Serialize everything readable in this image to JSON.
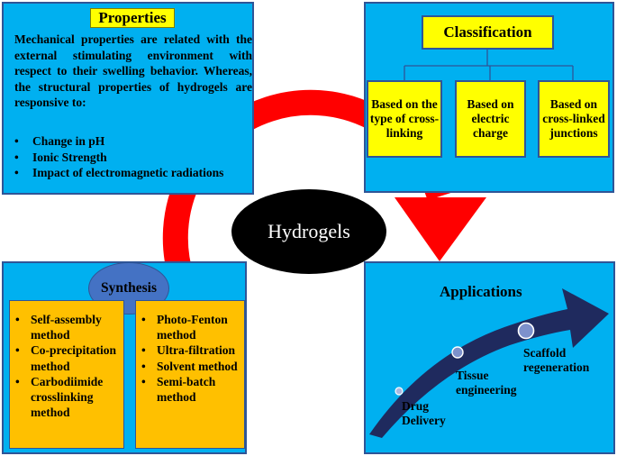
{
  "colors": {
    "panel_blue": "#00b0f0",
    "panel_border": "#2f5597",
    "highlight_yellow": "#ffff00",
    "synthesis_orange": "#ffc000",
    "arrow_red": "#ff0000",
    "arrow_navy": "#1f2a5e",
    "center_black": "#000000"
  },
  "center": {
    "label": "Hydrogels"
  },
  "properties": {
    "title": "Properties",
    "text": "Mechanical properties are related with the external stimulating environment with respect to their swelling behavior. Whereas, the structural properties of hydrogels are responsive to:",
    "bullets": [
      "Change in pH",
      "Ionic Strength",
      "Impact of electromagnetic radiations"
    ]
  },
  "classification": {
    "title": "Classification",
    "items": [
      "Based on the type of cross-linking",
      "Based on electric charge",
      "Based on cross-linked junctions"
    ]
  },
  "synthesis": {
    "title": "Synthesis",
    "left_methods": [
      "Self-assembly method",
      "Co-precipitation method",
      "Carbodiimide crosslinking method"
    ],
    "right_methods": [
      "Photo-Fenton method",
      "Ultra-filtration",
      "Solvent method",
      "Semi-batch method"
    ]
  },
  "applications": {
    "title": "Applications",
    "items": [
      "Drug Delivery",
      "Tissue engineering",
      "Scaffold regeneration"
    ]
  }
}
